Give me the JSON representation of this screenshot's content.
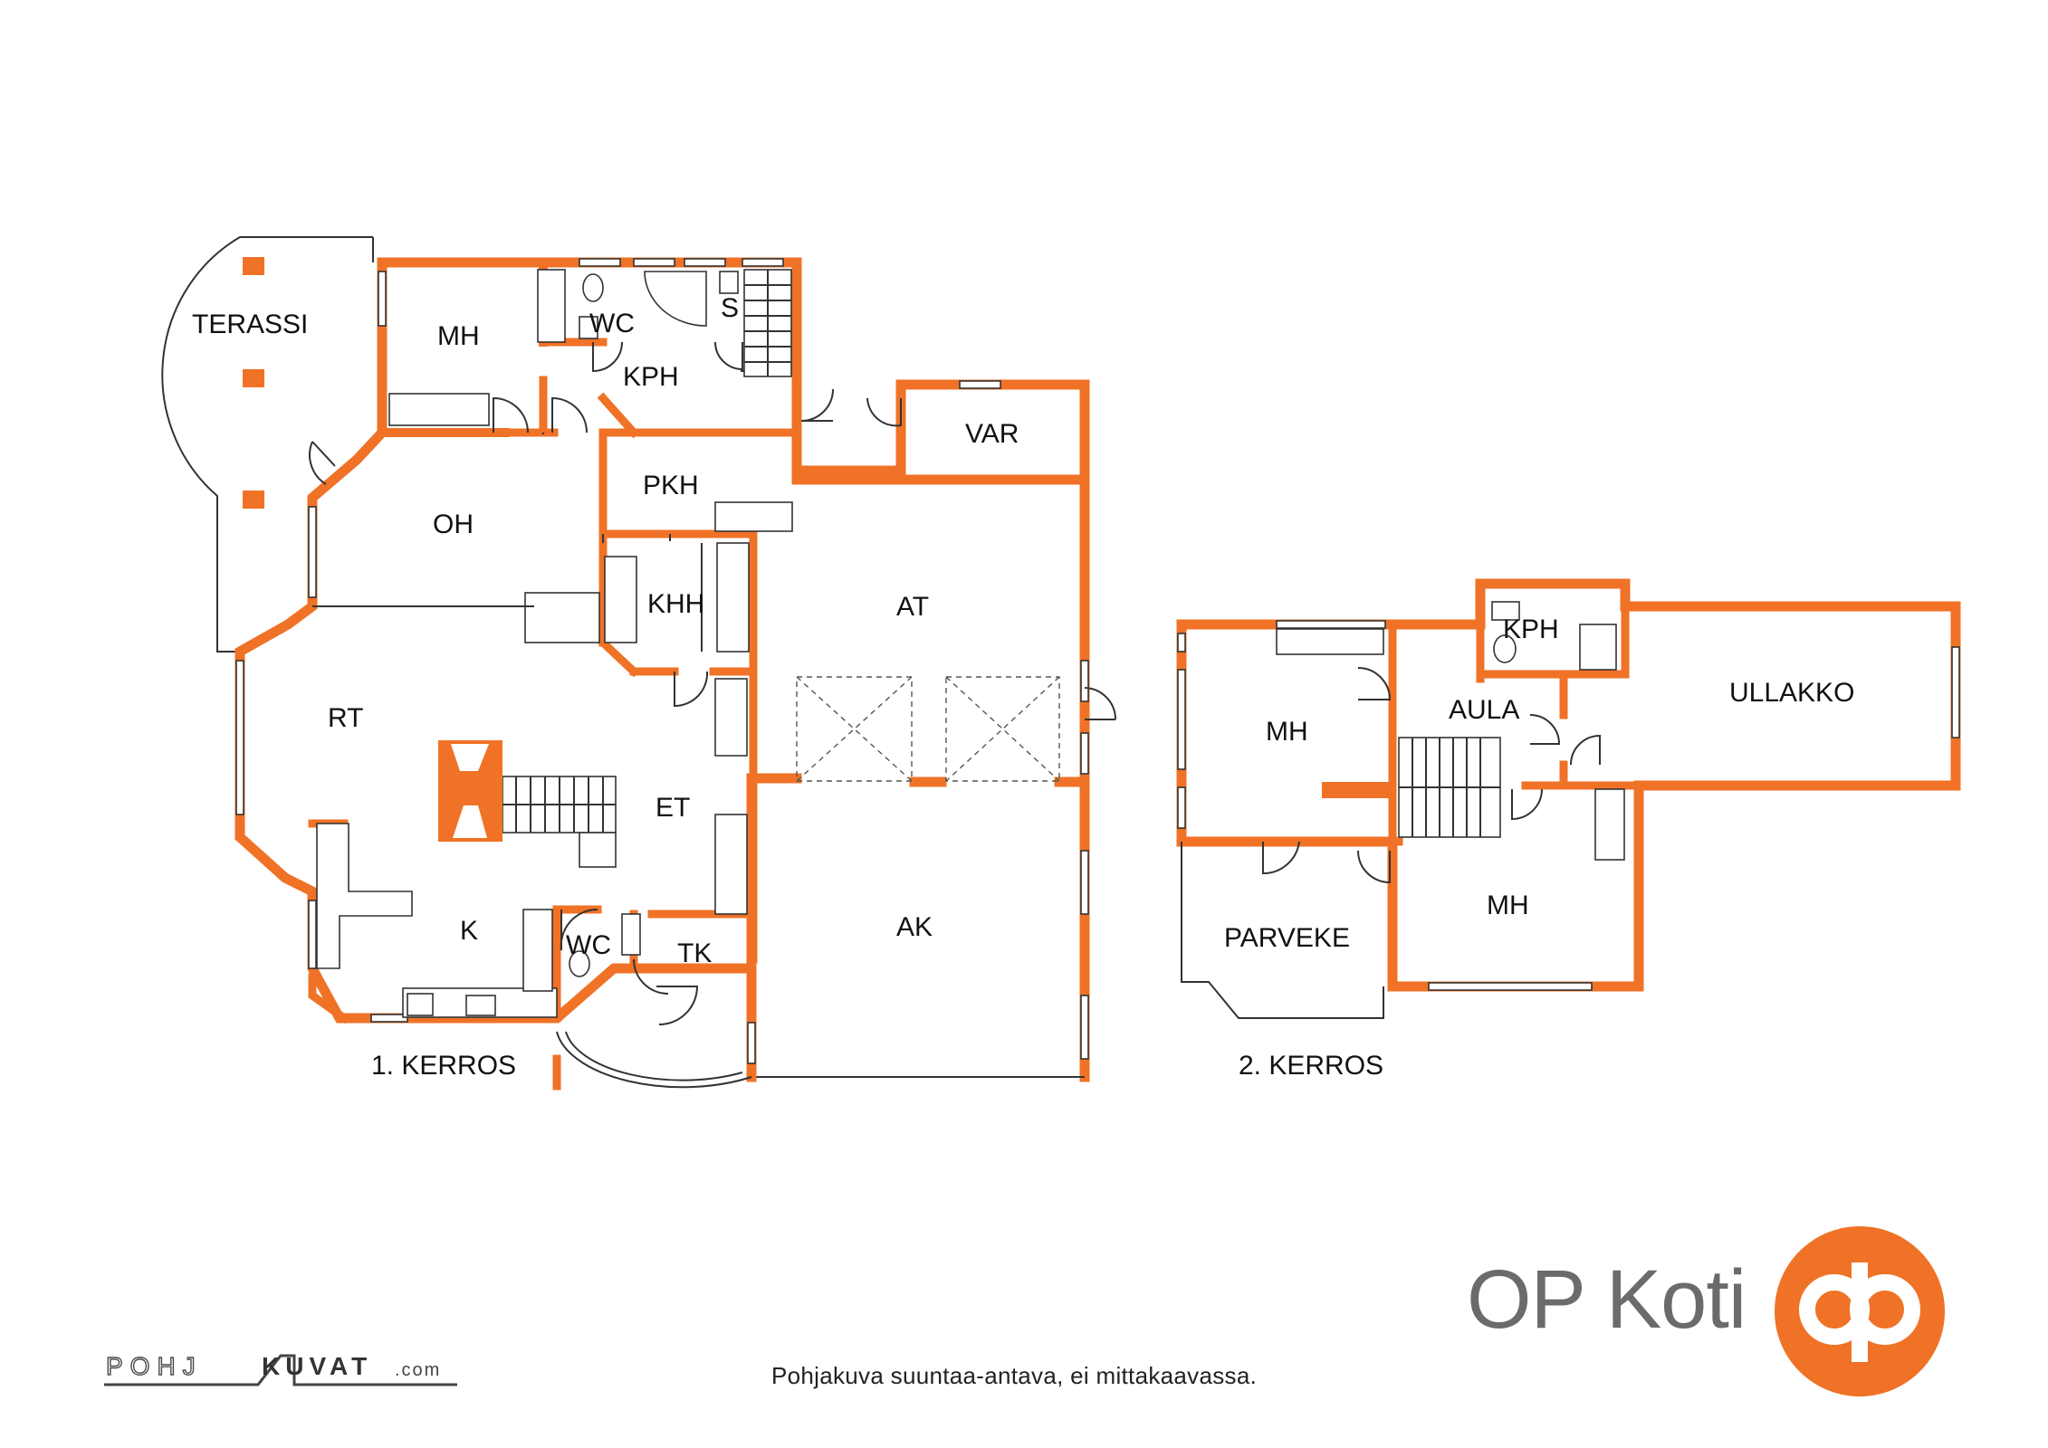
{
  "floors": {
    "first": {
      "label": "1. KERROS",
      "rooms": {
        "terassi": "TERASSI",
        "mh": "MH",
        "wc_upper": "WC",
        "kph": "KPH",
        "sauna": "S",
        "oh": "OH",
        "pkh": "PKH",
        "var": "VAR",
        "khh": "KHH",
        "at": "AT",
        "rt": "RT",
        "et": "ET",
        "k": "K",
        "wc_lower": "WC",
        "tk": "TK",
        "ak": "AK"
      }
    },
    "second": {
      "label": "2. KERROS",
      "rooms": {
        "kph": "KPH",
        "aula": "AULA",
        "ullakko": "ULLAKKO",
        "mh_left": "MH",
        "parveke": "PARVEKE",
        "mh_right": "MH"
      }
    }
  },
  "footer": {
    "disclaimer": "Pohjakuva suuntaa-antava, ei mittakaavassa.",
    "brand": "OP Koti",
    "credit_left": "POHJ",
    "credit_right": "KUVAT",
    "credit_domain": ".com"
  },
  "colors": {
    "wall": "#f07226",
    "brand_orange": "#f07226",
    "brand_gray": "#6b6b6b",
    "line": "#333333"
  }
}
